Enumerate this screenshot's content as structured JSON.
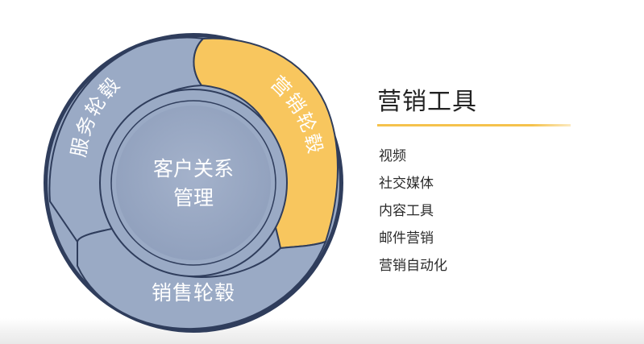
{
  "diagram": {
    "center_label": [
      "客户关系",
      "管理"
    ],
    "segments": [
      {
        "label": "服务轮毂",
        "color": "#9aaac5"
      },
      {
        "label": "营销轮毂",
        "color": "#f8c65e"
      },
      {
        "label": "销售轮毂",
        "color": "#9aaac5"
      }
    ],
    "rim_color": "#2f3d5c"
  },
  "tools_panel": {
    "title": "营销工具",
    "accent_color": "#f5c24c",
    "items": [
      "视频",
      "社交媒体",
      "内容工具",
      "邮件营销",
      "营销自动化"
    ]
  }
}
